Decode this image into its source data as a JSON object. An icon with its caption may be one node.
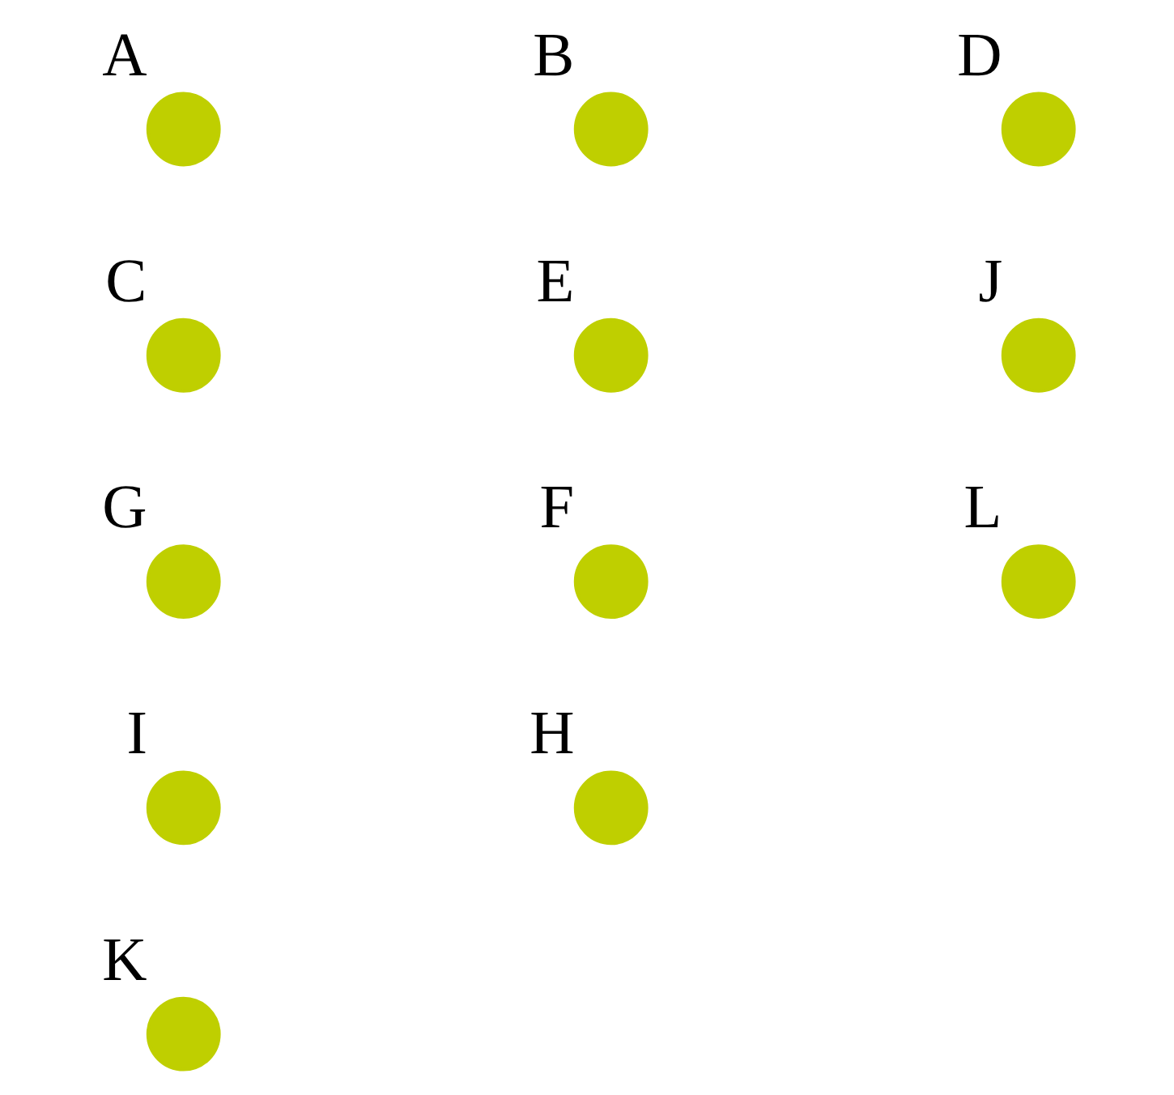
{
  "diagram": {
    "nodes": [
      {
        "text": [],
        "shape": "circle",
        "beside": [
          "A"
        ]
      },
      {
        "text": [],
        "shape": "circle",
        "beside": [
          "B"
        ]
      },
      {
        "text": [],
        "shape": "circle",
        "beside": [
          "D"
        ]
      },
      {
        "text": [],
        "shape": "circle",
        "beside": [
          "C"
        ]
      },
      {
        "text": [],
        "shape": "circle",
        "beside": [
          "E"
        ]
      },
      {
        "text": [],
        "shape": "circle",
        "beside": [
          "J"
        ]
      },
      {
        "text": [],
        "shape": "circle",
        "beside": [
          "G"
        ]
      },
      {
        "text": [],
        "shape": "circle",
        "beside": [
          "F"
        ]
      },
      {
        "text": [],
        "shape": "circle",
        "beside": [
          "L"
        ]
      },
      {
        "text": [],
        "shape": "circle",
        "beside": [
          "I"
        ]
      },
      {
        "text": [],
        "shape": "circle",
        "beside": [
          "H"
        ]
      },
      {
        "text": [],
        "shape": "circle",
        "beside": [
          "K"
        ]
      }
    ]
  }
}
